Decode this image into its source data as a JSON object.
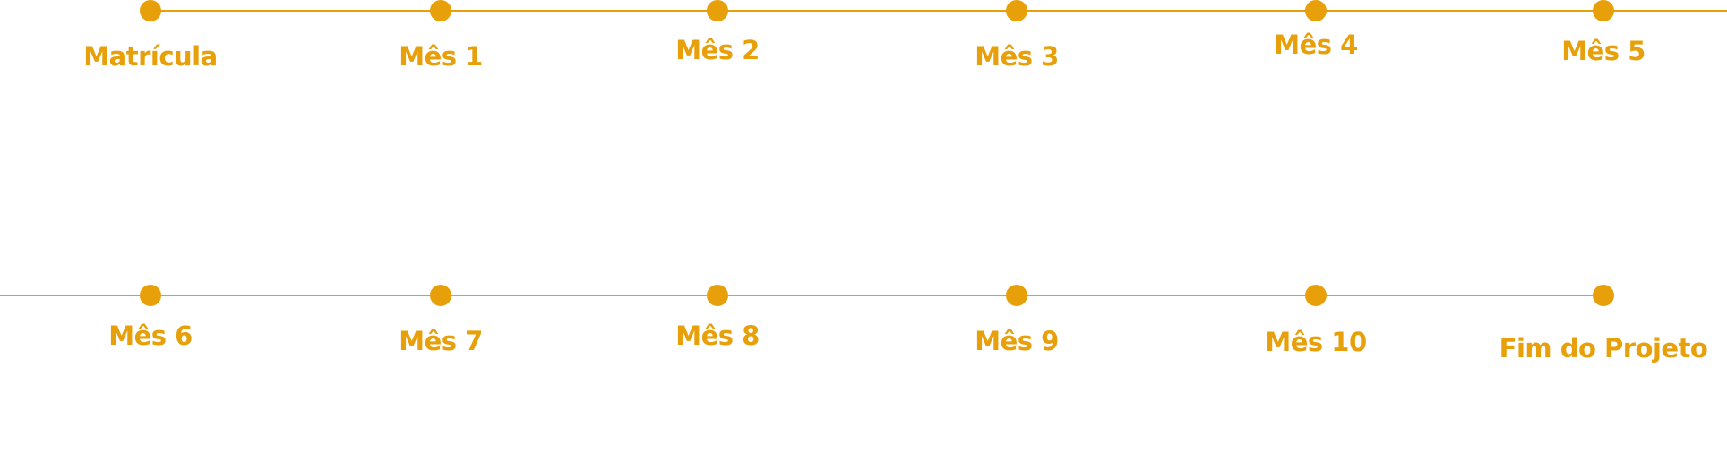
{
  "accent_color": "#E8A00A",
  "rows": [
    {
      "milestones": [
        {
          "label": "Matrícula"
        },
        {
          "label": "Mês 1"
        },
        {
          "label": "Mês 2"
        },
        {
          "label": "Mês 3"
        },
        {
          "label": "Mês 4"
        },
        {
          "label": "Mês 5"
        }
      ]
    },
    {
      "milestones": [
        {
          "label": "Mês 6"
        },
        {
          "label": "Mês 7"
        },
        {
          "label": "Mês 8"
        },
        {
          "label": "Mês 9"
        },
        {
          "label": "Mês 10"
        },
        {
          "label": "Fim do Projeto"
        }
      ]
    }
  ]
}
